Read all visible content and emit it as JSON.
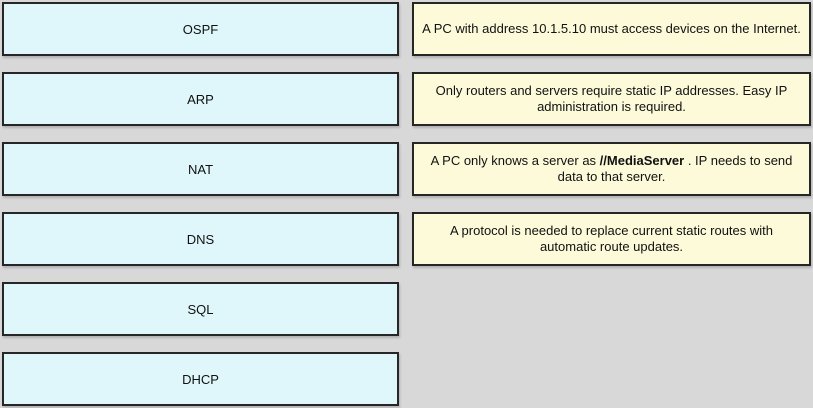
{
  "colors": {
    "background": "#d8d8d8",
    "protocol_box_fill": "#dff7fa",
    "scenario_box_fill": "#fcfad9",
    "box_border": "#262626",
    "text": "#111111"
  },
  "protocols": [
    {
      "label": "OSPF"
    },
    {
      "label": "ARP"
    },
    {
      "label": "NAT"
    },
    {
      "label": "DNS"
    },
    {
      "label": "SQL"
    },
    {
      "label": "DHCP"
    }
  ],
  "scenarios": [
    {
      "prefix": "A PC with address 10.1.5.10 must access devices on the Internet.",
      "bold": "",
      "suffix": ""
    },
    {
      "prefix": "Only routers and servers require static IP addresses. Easy IP administration is required.",
      "bold": "",
      "suffix": ""
    },
    {
      "prefix": "A PC only knows a server as ",
      "bold": "//MediaServer",
      "suffix": " . IP needs to send data to that server."
    },
    {
      "prefix": "A protocol is needed to replace current static routes with automatic route updates.",
      "bold": "",
      "suffix": ""
    }
  ]
}
